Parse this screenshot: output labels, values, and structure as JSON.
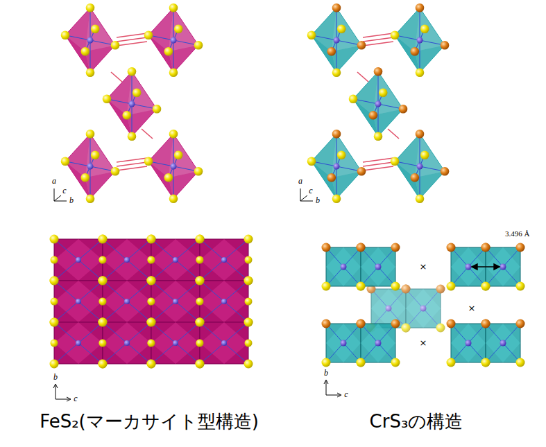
{
  "diagram": {
    "labels": [
      "a",
      "c",
      "b",
      "a",
      "c",
      "b",
      "b",
      "c",
      "b",
      "c",
      "3.496 Å",
      "×",
      "×",
      "×",
      "FeS₂(マーカサイト型構造)",
      "CrS₃の構造"
    ]
  }
}
